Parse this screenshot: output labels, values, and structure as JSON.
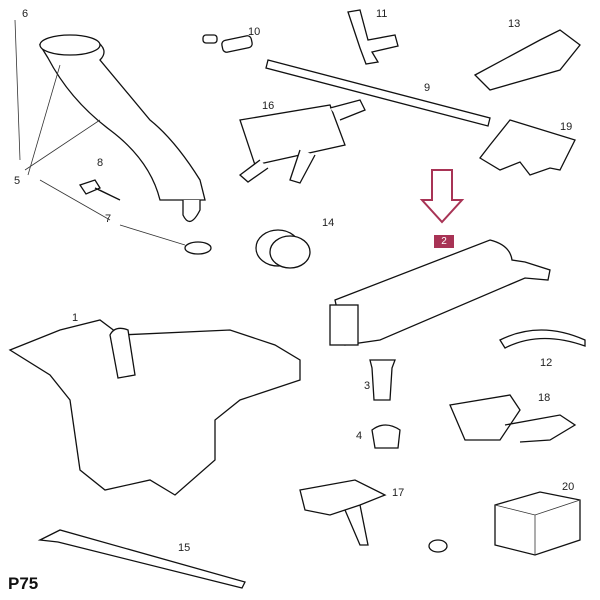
{
  "diagram": {
    "page_code": "P75",
    "highlight_label": "2",
    "highlight_color": "#a83355",
    "labels": [
      "6",
      "10",
      "11",
      "13",
      "9",
      "16",
      "19",
      "8",
      "5",
      "7",
      "14",
      "1",
      "12",
      "3",
      "18",
      "4",
      "17",
      "20",
      "15"
    ]
  }
}
